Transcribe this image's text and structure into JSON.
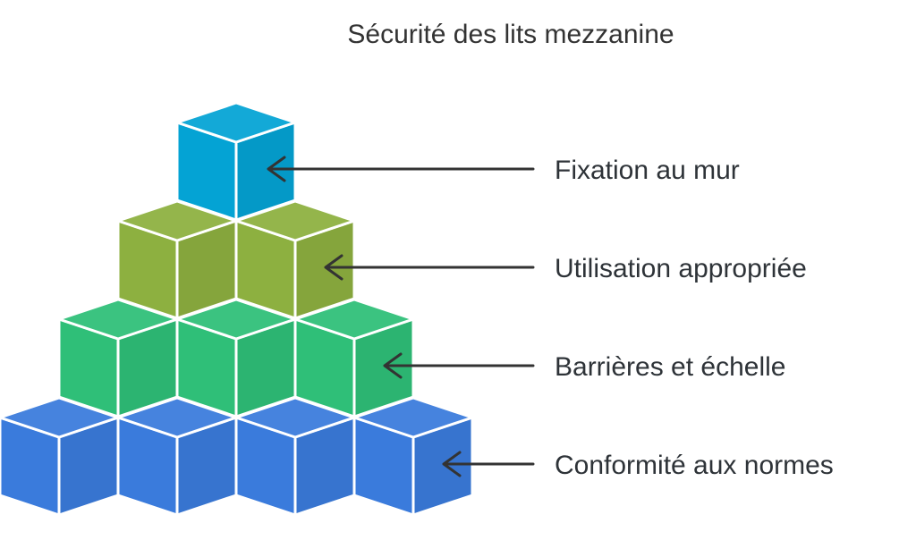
{
  "title": "Sécurité des lits mezzanine",
  "levels": [
    {
      "label": "Fixation au mur",
      "cubes": 1,
      "color": "#04A3D4"
    },
    {
      "label": "Utilisation appropriée",
      "cubes": 2,
      "color": "#8DB040"
    },
    {
      "label": "Barrières et échelle",
      "cubes": 3,
      "color": "#2FBF78"
    },
    {
      "label": "Conformité aux normes",
      "cubes": 4,
      "color": "#3A7BDC"
    }
  ]
}
